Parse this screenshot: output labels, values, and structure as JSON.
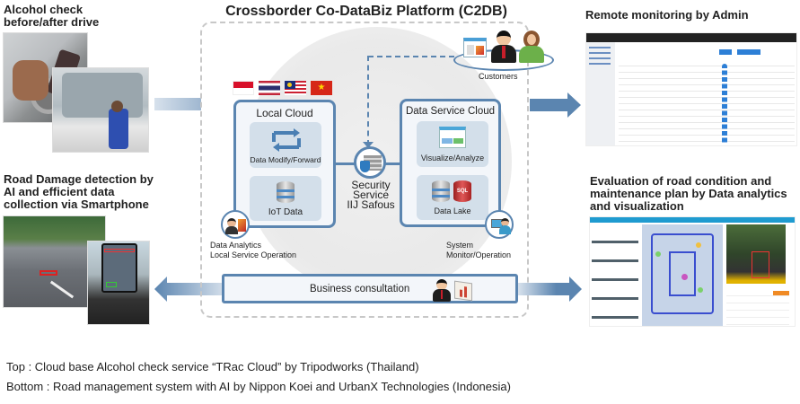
{
  "left_top": {
    "heading_line1": "Alcohol check",
    "heading_line2": "before/after drive"
  },
  "left_bottom": {
    "heading_line1": "Road Damage detection by",
    "heading_line2": "AI and efficient data",
    "heading_line3": "collection via Smartphone"
  },
  "platform": {
    "title": "Crossborder Co-DataBiz Platform (C2DB)",
    "flags": [
      "Indonesia",
      "Thailand",
      "Malaysia",
      "Vietnam"
    ],
    "customers_label": "Customers",
    "local_cloud": {
      "title": "Local Cloud",
      "item1": "Data Modify/Forward",
      "item2": "IoT Data"
    },
    "data_service_cloud": {
      "title": "Data Service Cloud",
      "item1": "Visualize/Analyze",
      "item2": "Data Lake",
      "sql_label": "SQL"
    },
    "security": {
      "line1": "Security",
      "line2": "Service",
      "line3": "IIJ Safous"
    },
    "local_operation": {
      "line1": "Data Analytics",
      "line2": "Local Service Operation"
    },
    "system_operation": {
      "line1": "System",
      "line2": "Monitor/Operation"
    },
    "business_consultation": "Business consultation"
  },
  "right_top": {
    "heading": "Remote monitoring by Admin"
  },
  "right_bottom": {
    "heading_line1": "Evaluation of road condition and",
    "heading_line2": "maintenance plan by Data analytics",
    "heading_line3": "and visualization"
  },
  "footer": {
    "line1": "Top : Cloud base Alcohol check service “TRac Cloud” by Tripodworks (Thailand)",
    "line2": "Bottom : Road management system with AI by Nippon Koei and UrbanX Technologies (Indonesia)"
  },
  "colors": {
    "accent_blue": "#5b85b0",
    "box_fill": "#d3dfea"
  }
}
